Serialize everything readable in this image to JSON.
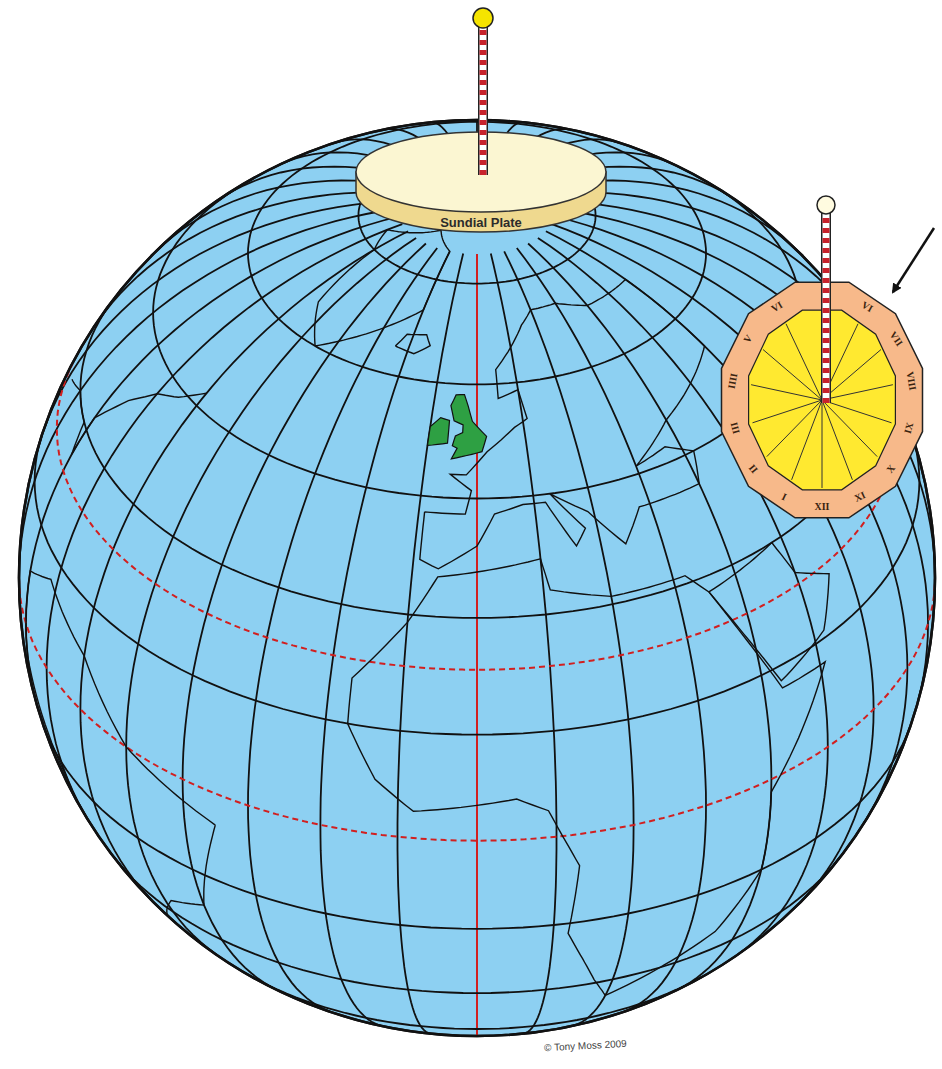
{
  "diagram": {
    "nodes": [
      {
        "text": [
          "Sundial Plate"
        ]
      }
    ],
    "labels": [
      "VI",
      "VII",
      "VIII",
      "IX",
      "X",
      "XI",
      "XII",
      "I",
      "II",
      "III",
      "IIII",
      "V",
      "VI",
      "© Tony Moss 2009"
    ]
  }
}
